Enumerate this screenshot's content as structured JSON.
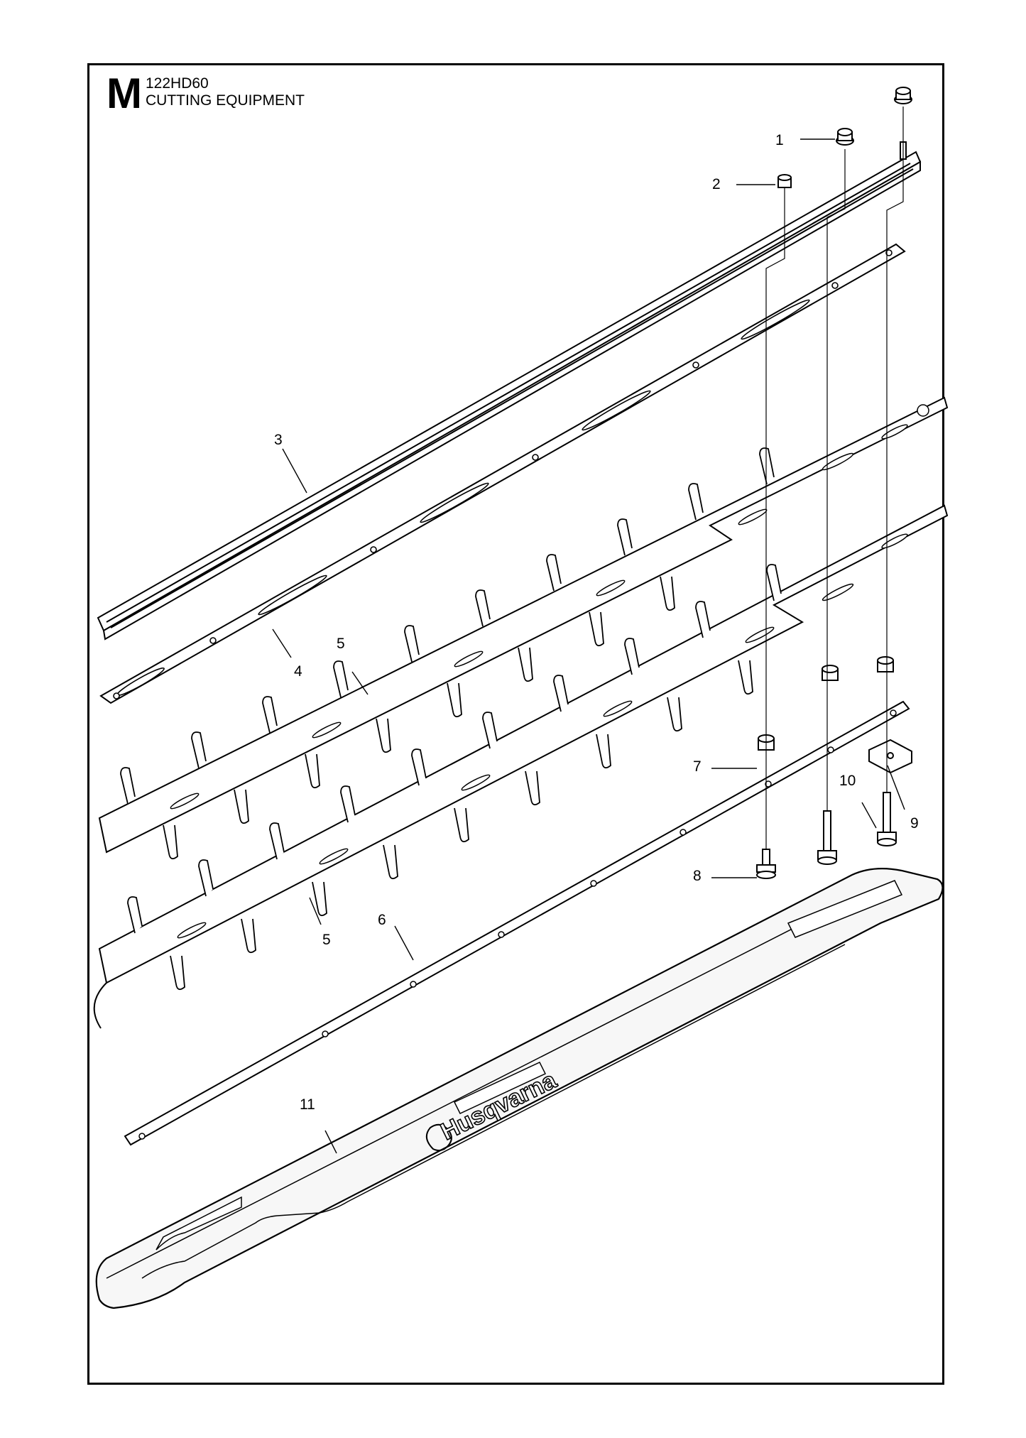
{
  "header": {
    "section_letter": "M",
    "model": "122HD60",
    "title": "CUTTING EQUIPMENT"
  },
  "brand_mark": "Husqvarna",
  "callouts": [
    {
      "id": "1",
      "label": "1"
    },
    {
      "id": "2",
      "label": "2"
    },
    {
      "id": "3",
      "label": "3"
    },
    {
      "id": "4",
      "label": "4"
    },
    {
      "id": "5a",
      "label": "5"
    },
    {
      "id": "5b",
      "label": "5"
    },
    {
      "id": "6",
      "label": "6"
    },
    {
      "id": "7",
      "label": "7"
    },
    {
      "id": "8",
      "label": "8"
    },
    {
      "id": "9",
      "label": "9"
    },
    {
      "id": "10",
      "label": "10"
    },
    {
      "id": "11",
      "label": "11"
    }
  ],
  "colors": {
    "line": "#000000",
    "background": "#ffffff",
    "cover_fill": "#f2f2f2"
  }
}
